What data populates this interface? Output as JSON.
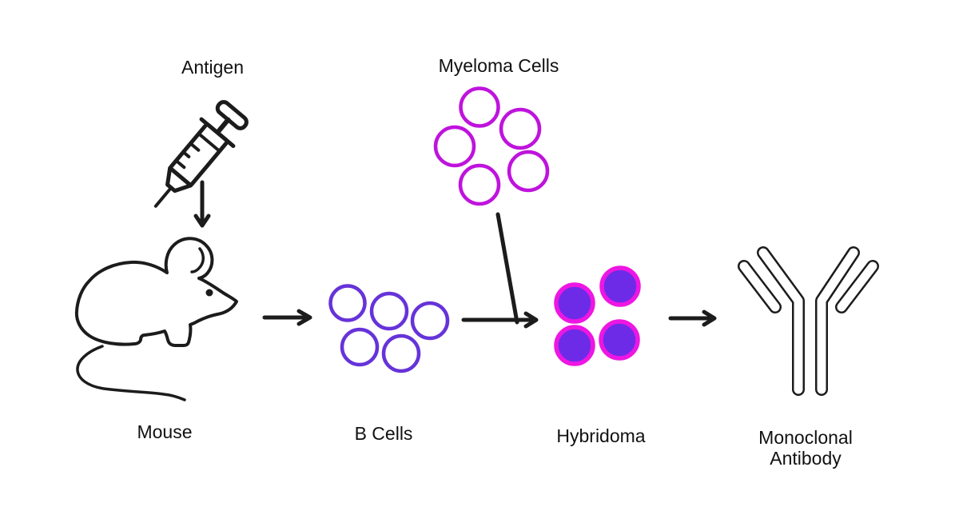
{
  "diagram": {
    "labels": {
      "antigen": "Antigen",
      "myeloma_cells": "Myeloma Cells",
      "mouse": "Mouse",
      "b_cells": "B Cells",
      "hybridoma": "Hybridoma",
      "monoclonal_antibody": "Monoclonal Antibody"
    },
    "icons": {
      "antigen": "syringe-icon",
      "mouse": "mouse-icon",
      "b_cells": "b-cell-cluster-icon",
      "myeloma_cells": "myeloma-cell-cluster-icon",
      "hybridoma": "hybridoma-cell-cluster-icon",
      "monoclonal_antibody": "antibody-y-icon"
    },
    "counts": {
      "b_cells": 5,
      "myeloma_cells": 5,
      "hybridoma_cells": 4
    },
    "flow": [
      "Antigen → Mouse",
      "Mouse → B Cells",
      "Myeloma Cells → Hybridoma junction",
      "B Cells → Hybridoma",
      "Hybridoma → Monoclonal Antibody"
    ],
    "colors": {
      "background": "#ffffff",
      "text": "#111111",
      "outline": "#1c1c1c",
      "cell_fill": "#ffffff",
      "b_cell_stroke": "#6633d9",
      "myeloma_stroke": "#bf13dd",
      "hybridoma_fill": "#6d2be8",
      "hybridoma_stroke": "#ee16e2"
    }
  }
}
